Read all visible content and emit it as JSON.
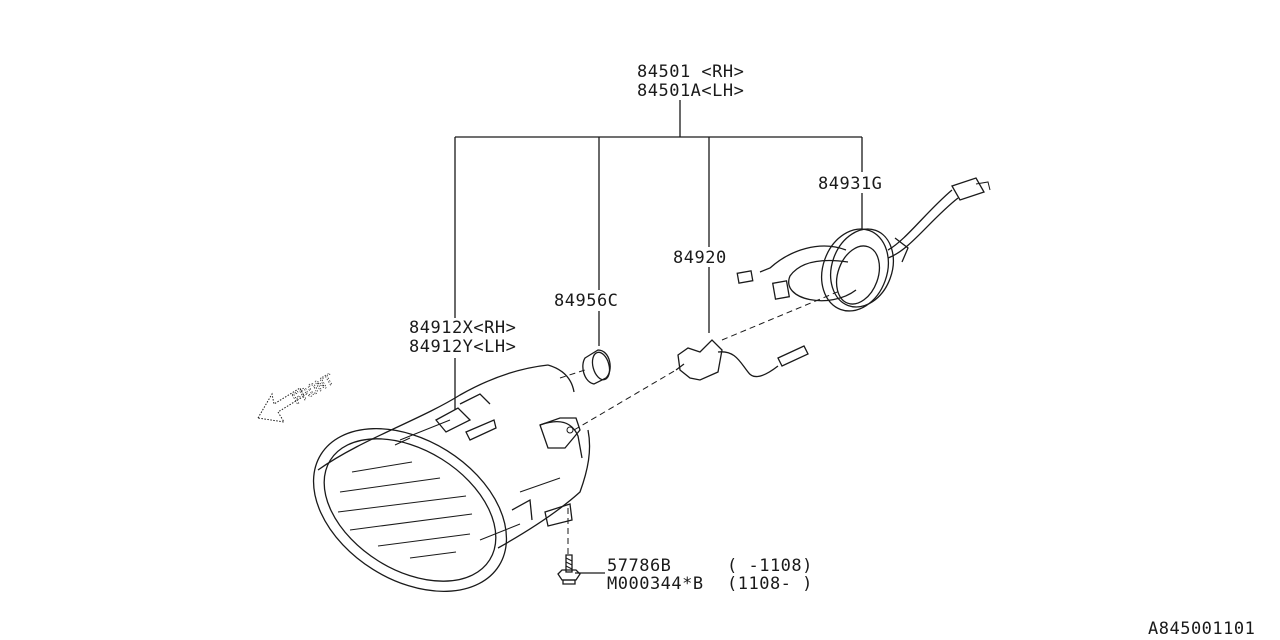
{
  "diagram": {
    "code": "A845001101",
    "front_label": "FRONT",
    "labels": {
      "lamp_assy_rh": "84501 <RH>",
      "lamp_assy_lh": "84501A<LH>",
      "lens_rh": "84912X<RH>",
      "lens_lh": "84912Y<LH>",
      "cap": "84956C",
      "bulb": "84920",
      "harness": "84931G",
      "screw_1": "57786B",
      "screw_1_range": "( -1108)",
      "screw_2": "M000344*B",
      "screw_2_range": "(1108- )"
    }
  }
}
